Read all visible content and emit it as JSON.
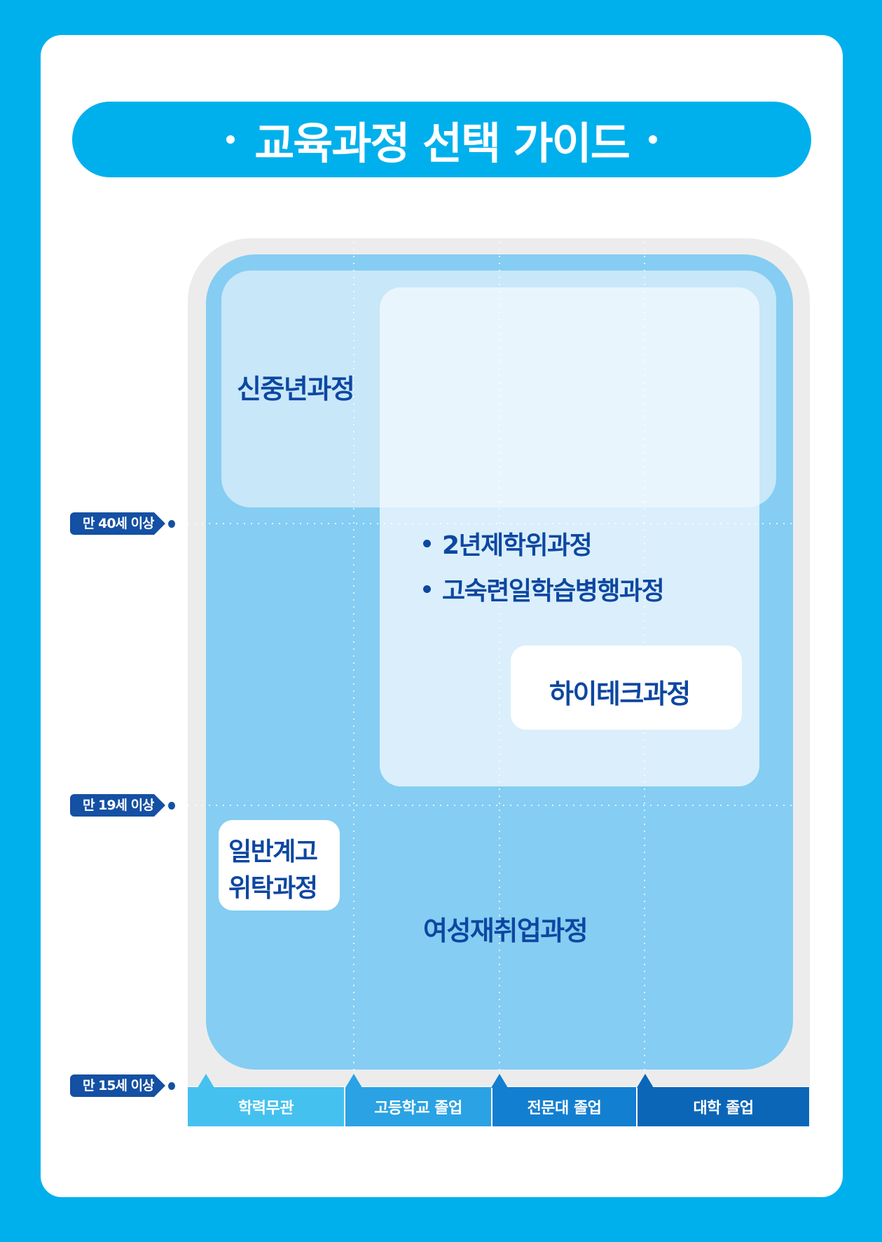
{
  "title": "교육과정 선택 가이드",
  "colors": {
    "background": "#00b0ec",
    "title_bar": "#00b0ec",
    "course_text": "#0d47a1",
    "age_tag": "#1450a3",
    "zone_outer": "#ececec",
    "zone_mid": "#85cdf2",
    "zone_light": "#c8e7f8",
    "zone_pale": "#eef7fd"
  },
  "courses": {
    "middle_aged": "신중년과정",
    "two_year_degree": "2년제학위과정",
    "high_skill_parallel": "고숙련일학습병행과정",
    "hitech": "하이테크과정",
    "general_highschool_line1": "일반계고",
    "general_highschool_line2": "위탁과정",
    "women_reemployment": "여성재취업과정"
  },
  "age_levels": [
    {
      "label": "만 40세 이상"
    },
    {
      "label": "만 19세 이상"
    },
    {
      "label": "만 15세 이상"
    }
  ],
  "education_levels": [
    {
      "label": "학력무관",
      "color": "#45c1f0"
    },
    {
      "label": "고등학교 졸업",
      "color": "#2aa2e3"
    },
    {
      "label": "전문대 졸업",
      "color": "#137fd1"
    },
    {
      "label": "대학 졸업",
      "color": "#0b66b8"
    }
  ]
}
